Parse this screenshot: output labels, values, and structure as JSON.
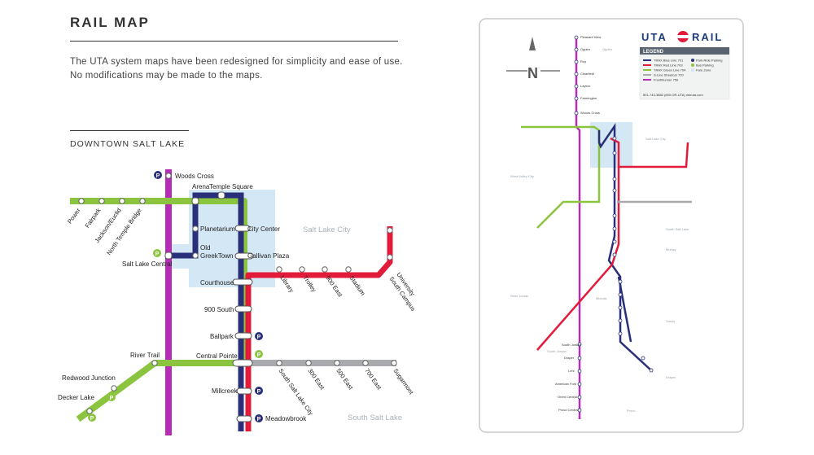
{
  "header": {
    "title": "RAIL MAP",
    "description_line1": "The UTA system maps have been redesigned for simplicity and ease of use.",
    "description_line2": "No modifications may be made to the maps.",
    "subtitle": "DOWNTOWN SALT LAKE"
  },
  "colors": {
    "green": "#8bc53f",
    "navy": "#2a2f7a",
    "red": "#e31b3b",
    "magenta": "#b42db4",
    "gray": "#a9aaad",
    "light_blue": "#d4e7f5"
  },
  "downtown_map": {
    "areas": {
      "salt_lake_city": "Salt Lake City",
      "south_salt_lake": "South Salt Lake"
    },
    "stations": {
      "woods_cross": "Woods Cross",
      "arena": "Arena",
      "temple_square": "Temple Square",
      "power": "Power",
      "fairpark": "Fairpark",
      "jackson_euclid": "Jackson/Euclid",
      "north_temple_bridge": "North Temple Bridge",
      "planetarium": "Planetarium",
      "city_center": "City Center",
      "old_greektown_1": "Old",
      "old_greektown_2": "GreekTown",
      "salt_lake_central": "Salt Lake Central",
      "gallivan_plaza": "Gallivan Plaza",
      "courthouse": "Courthouse",
      "library": "Library",
      "trolley": "Trolley",
      "east_900": "900 East",
      "stadium": "Stadium",
      "university_1": "University",
      "university_2": "South Campus",
      "south_900": "900 South",
      "ballpark": "Ballpark",
      "river_trail": "River Trail",
      "central_pointe": "Central Pointe",
      "redwood_junction": "Redwood Junction",
      "decker_lake": "Decker Lake",
      "millcreek": "Millcreek",
      "meadowbrook": "Meadowbrook",
      "south_salt_lake_city": "South Salt Lake City",
      "east_300": "300 East",
      "east_500": "500 East",
      "east_700": "700 East",
      "sugarmont": "Sugarmont"
    },
    "parking_symbol": "P"
  },
  "system_map": {
    "brand_left": "UTA",
    "brand_right": "RAIL",
    "legend_title": "LEGEND",
    "north_label": "N",
    "legend_items": [
      "TRAX Blue Line 701",
      "TRAX Red Line 703",
      "TRAX Green Line 704",
      "S-Line Streetcar 720",
      "FrontRunner 750",
      "Park-Ride Parking",
      "Bus Parking",
      "Fare Zone"
    ],
    "contact": "801-743-3882 (800-OR-UTA)    rideuta.com",
    "areas": [
      "Ogden",
      "Salt Lake City",
      "West Valley City",
      "Murray",
      "South Salt Lake",
      "Midvale",
      "West Jordan",
      "Sandy",
      "South Jordan",
      "Draper",
      "Provo"
    ],
    "north_stations": [
      "Pleasant View",
      "Ogden",
      "Roy",
      "Clearfield",
      "Layton",
      "Farmington",
      "Woods Cross"
    ],
    "south_stations": [
      "South Jordan",
      "Draper",
      "Lehi",
      "American Fork",
      "Orem Central",
      "Provo Central"
    ]
  }
}
